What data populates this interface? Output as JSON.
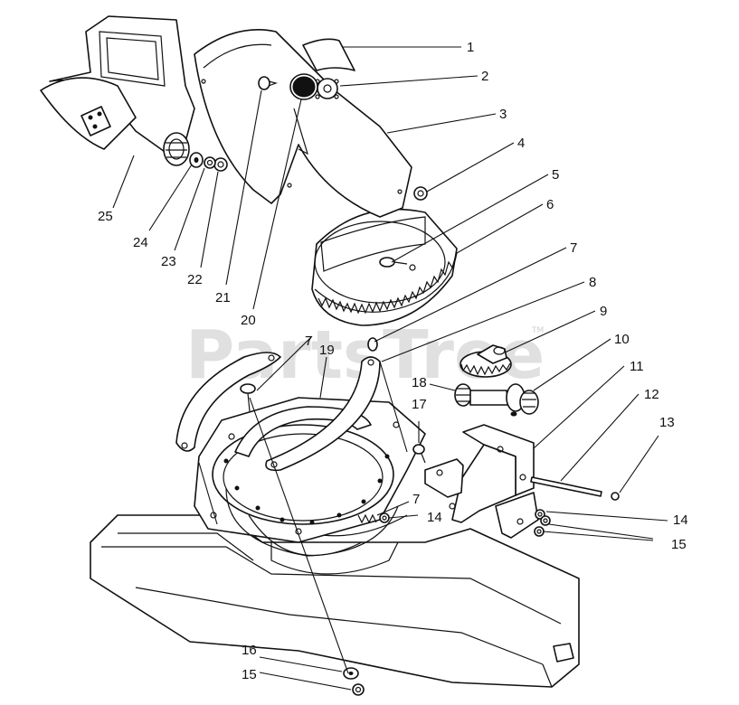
{
  "diagram": {
    "watermark": "PartsTree",
    "watermark_mark": "TM",
    "callouts": {
      "c1": "1",
      "c2": "2",
      "c3": "3",
      "c4": "4",
      "c5": "5",
      "c6": "6",
      "c7a": "7",
      "c7b": "7",
      "c7c": "7",
      "c8": "8",
      "c9": "9",
      "c10": "10",
      "c11": "11",
      "c12": "12",
      "c13": "13",
      "c14a": "14",
      "c14b": "14",
      "c15a": "15",
      "c15b": "15",
      "c16": "16",
      "c17": "17",
      "c18": "18",
      "c19": "19",
      "c20": "20",
      "c21": "21",
      "c22": "22",
      "c23": "23",
      "c24": "24",
      "c25": "25"
    }
  }
}
